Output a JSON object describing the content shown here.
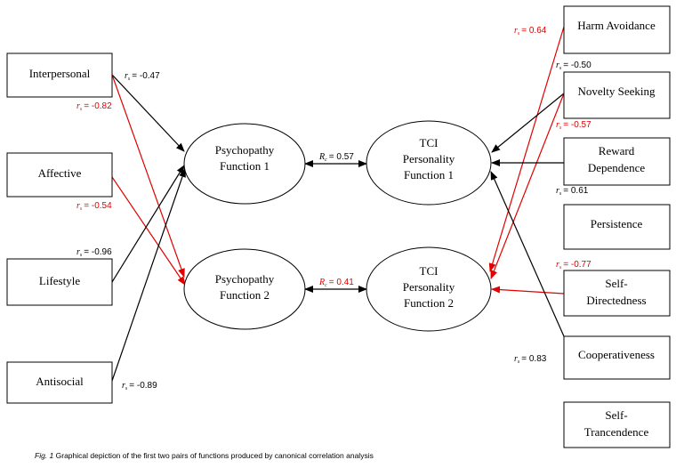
{
  "caption": {
    "prefix": "Fig. 1",
    "text": "Graphical depiction of the first two pairs of functions produced by canonical correlation analysis"
  },
  "colors": {
    "black": "#000000",
    "red": "#e00000"
  },
  "psychopathy_boxes": [
    {
      "id": "interpersonal",
      "label": "Interpersonal"
    },
    {
      "id": "affective",
      "label": "Affective"
    },
    {
      "id": "lifestyle",
      "label": "Lifestyle"
    },
    {
      "id": "antisocial",
      "label": "Antisocial"
    }
  ],
  "tci_boxes": [
    {
      "id": "harm",
      "lines": [
        "Harm Avoidance"
      ]
    },
    {
      "id": "novelty",
      "lines": [
        "Novelty Seeking"
      ]
    },
    {
      "id": "reward",
      "lines": [
        "Reward",
        "Dependence"
      ]
    },
    {
      "id": "persistence",
      "lines": [
        "Persistence"
      ]
    },
    {
      "id": "selfdir",
      "lines": [
        "Self-",
        "Directedness"
      ]
    },
    {
      "id": "coop",
      "lines": [
        "Cooperativeness"
      ]
    },
    {
      "id": "selftran",
      "lines": [
        "Self-",
        "Trancendence"
      ]
    }
  ],
  "functions": [
    {
      "id": "pf1",
      "lines": [
        "Psychopathy",
        "Function 1"
      ]
    },
    {
      "id": "pf2",
      "lines": [
        "Psychopathy",
        "Function 2"
      ]
    },
    {
      "id": "tf1",
      "lines": [
        "TCI",
        "Personality",
        "Function 1"
      ]
    },
    {
      "id": "tf2",
      "lines": [
        "TCI",
        "Personality",
        "Function 2"
      ]
    }
  ],
  "canonical_correlations": [
    {
      "between": [
        "pf1",
        "tf1"
      ],
      "symbol": "R",
      "subscript": "c",
      "value": "= 0.57",
      "color": "black"
    },
    {
      "between": [
        "pf2",
        "tf2"
      ],
      "symbol": "R",
      "subscript": "c",
      "value": "= 0.41",
      "color": "red"
    }
  ],
  "loadings": [
    {
      "from": "interpersonal",
      "to": "pf1",
      "symbol": "r",
      "subscript": "s",
      "value": "= -0.47",
      "color": "black"
    },
    {
      "from": "interpersonal",
      "to": "pf2",
      "symbol": "r",
      "subscript": "s",
      "value": "= -0.82",
      "color": "red"
    },
    {
      "from": "affective",
      "to": "pf2",
      "symbol": "r",
      "subscript": "s",
      "value": "= -0.54",
      "color": "red"
    },
    {
      "from": "lifestyle",
      "to": "pf1",
      "symbol": "r",
      "subscript": "s",
      "value": "= -0.96",
      "color": "black"
    },
    {
      "from": "antisocial",
      "to": "pf1",
      "symbol": "r",
      "subscript": "s",
      "value": "= -0.89",
      "color": "black"
    },
    {
      "from": "harm",
      "to": "tf2",
      "symbol": "r",
      "subscript": "s",
      "value": "= 0.64",
      "color": "red"
    },
    {
      "from": "novelty",
      "to": "tf1",
      "symbol": "r",
      "subscript": "s",
      "value": "= -0.50",
      "color": "black"
    },
    {
      "from": "novelty",
      "to": "tf2",
      "symbol": "r",
      "subscript": "s",
      "value": "= -0.57",
      "color": "red"
    },
    {
      "from": "reward",
      "to": "tf1",
      "symbol": "r",
      "subscript": "s",
      "value": "= 0.61",
      "color": "black"
    },
    {
      "from": "selfdir",
      "to": "tf2",
      "symbol": "r",
      "subscript": "s",
      "value": "= -0.77",
      "color": "red"
    },
    {
      "from": "coop",
      "to": "tf1",
      "symbol": "r",
      "subscript": "s",
      "value": "= 0.83",
      "color": "black"
    }
  ]
}
